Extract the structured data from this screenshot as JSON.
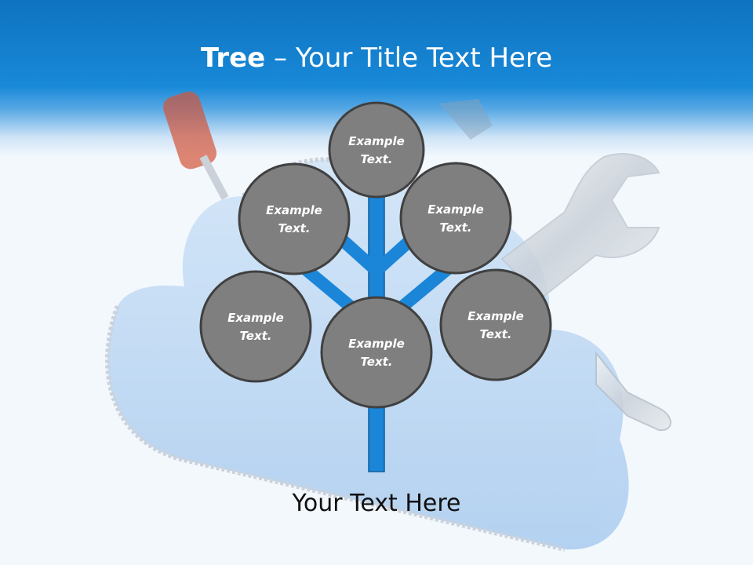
{
  "title": {
    "bold": "Tree",
    "dash": " – ",
    "rest": "Your Title Text Here"
  },
  "nodes": [
    {
      "line1": "Example",
      "line2": "Text."
    },
    {
      "line1": "Example",
      "line2": "Text."
    },
    {
      "line1": "Example",
      "line2": "Text."
    },
    {
      "line1": "Example",
      "line2": "Text."
    },
    {
      "line1": "Example",
      "line2": "Text."
    },
    {
      "line1": "Example",
      "line2": "Text."
    }
  ],
  "footer_text": "Your Text Here",
  "colors": {
    "header": "#1889d8",
    "branch": "#1b86d8",
    "node_fill": "#7f7f7f",
    "node_stroke": "#404040",
    "cloud": "#bcd8f3"
  }
}
